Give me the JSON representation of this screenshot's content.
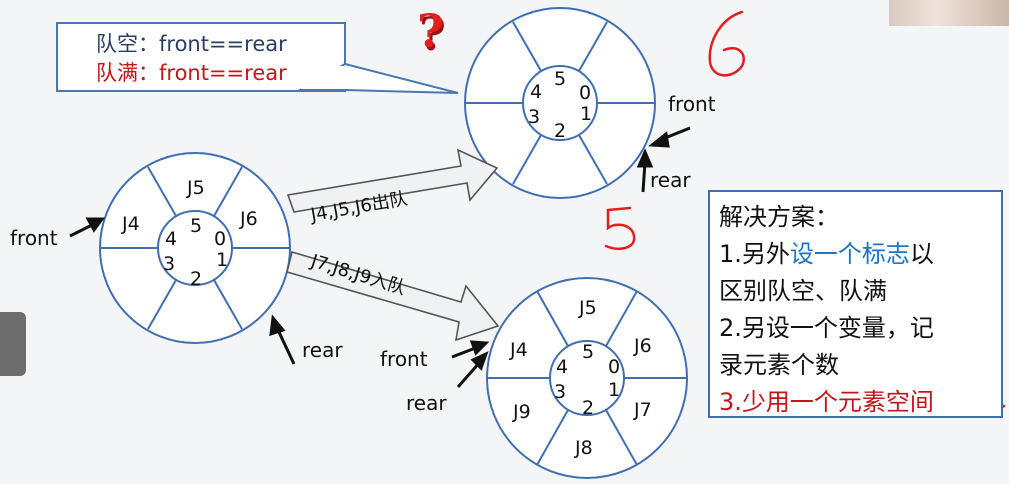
{
  "callout": {
    "empty_line": "队空：front==rear",
    "full_line": "队满：front==rear"
  },
  "question_mark": "?",
  "rings": {
    "left": {
      "slot_numbers": [
        "0",
        "1",
        "2",
        "3",
        "4",
        "5"
      ],
      "slots": [
        "",
        "",
        "",
        "",
        "J4",
        "J5",
        "J6",
        ""
      ]
    },
    "top": {
      "slot_numbers": [
        "0",
        "1",
        "2",
        "3",
        "4",
        "5"
      ],
      "slots": []
    },
    "bottom": {
      "slot_numbers": [
        "0",
        "1",
        "2",
        "3",
        "4",
        "5"
      ],
      "slots": [
        "J5",
        "J6",
        "J7",
        "J8",
        "J9",
        "J4"
      ]
    }
  },
  "labels": {
    "left_front": "front",
    "left_rear": "rear",
    "top_front": "front",
    "top_rear": "rear",
    "bottom_front": "front",
    "bottom_rear": "rear"
  },
  "arrows": {
    "dequeue": "J4,J5,J6出队",
    "enqueue": "J7,J8,J9入队"
  },
  "solution": {
    "title": "解决方案：",
    "item1_pre": "1.另外",
    "item1_blue": "设一个标志",
    "item1_post": "以",
    "item1_line2": "区别队空、队满",
    "item2_line1": "2.另设一个变量，记",
    "item2_line2": "录元素个数",
    "item3": "3.少用一个元素空间"
  },
  "handwriting": {
    "six": "6",
    "five": "5"
  },
  "colors": {
    "ring_stroke": "#3f6fb0",
    "accent_red": "#c0161b",
    "accent_blue": "#1e74c6",
    "arrow_fill": "#f0f1f3"
  }
}
